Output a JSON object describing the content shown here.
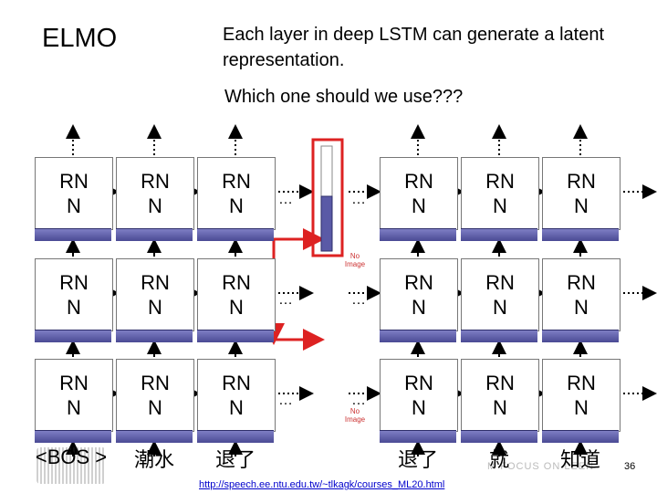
{
  "slide": {
    "title": "ELMO",
    "subtitle": "Each layer in deep LSTM can generate a latent representation.",
    "question": "Which one should we use???",
    "footer_link": "http://speech.ee.ntu.edu.tw/~tlkagk/courses_ML20.html",
    "page_number": "36",
    "rnn_label": "RN N",
    "ellipsis": "…",
    "no_image": "No Image",
    "watermark": "M FOCUS ON LEEN",
    "words": [
      "<BOS >",
      "潮水",
      "退了",
      "退了",
      "就",
      "知道"
    ],
    "colors": {
      "rnn_border": "#777777",
      "bar": "#5a5aa6",
      "highlight": "#dd2222"
    }
  }
}
